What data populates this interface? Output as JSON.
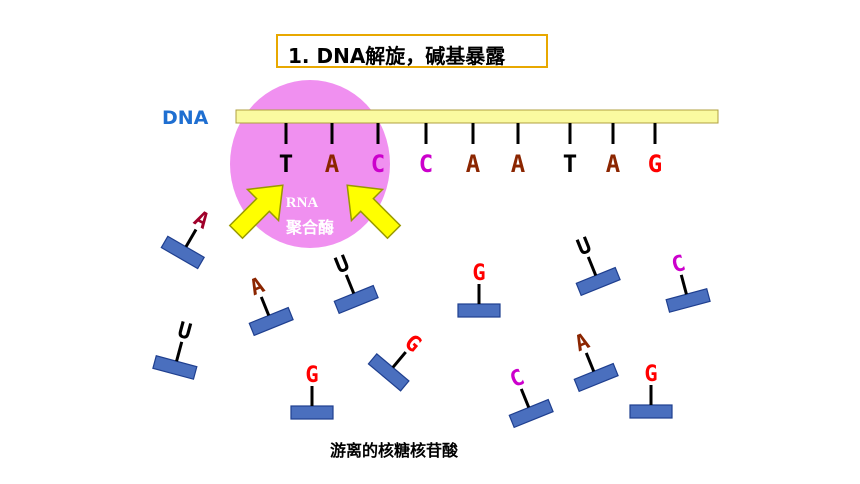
{
  "title": "1. DNA解旋，碱基暴露",
  "dna_label": "DNA",
  "enzyme": {
    "line1": "RNA",
    "line2": "聚合酶"
  },
  "strand_bases": [
    {
      "letter": "T",
      "color": "#000000"
    },
    {
      "letter": "A",
      "color": "#8b2500"
    },
    {
      "letter": "C",
      "color": "#cc00cc"
    },
    {
      "letter": "C",
      "color": "#cc00cc"
    },
    {
      "letter": "A",
      "color": "#8b2500"
    },
    {
      "letter": "A",
      "color": "#8b2500"
    },
    {
      "letter": "T",
      "color": "#000000"
    },
    {
      "letter": "A",
      "color": "#8b2500"
    },
    {
      "letter": "G",
      "color": "#ff0000"
    }
  ],
  "free_nucleotides": [
    {
      "letter": "A",
      "color": "#a0002a"
    },
    {
      "letter": "A",
      "color": "#8b2500"
    },
    {
      "letter": "U",
      "color": "#000000"
    },
    {
      "letter": "G",
      "color": "#ff0000"
    },
    {
      "letter": "U",
      "color": "#000000"
    },
    {
      "letter": "C",
      "color": "#cc00cc"
    },
    {
      "letter": "U",
      "color": "#000000"
    },
    {
      "letter": "G",
      "color": "#ff0000"
    },
    {
      "letter": "G",
      "color": "#ff0000"
    },
    {
      "letter": "A",
      "color": "#8b2500"
    },
    {
      "letter": "C",
      "color": "#cc00cc"
    },
    {
      "letter": "G",
      "color": "#ff0000"
    }
  ],
  "footer": "游离的核糖核苷酸",
  "colors": {
    "strand_fill": "#fafaa0",
    "enzyme_fill": "#f090f0",
    "arrow_fill": "#ffff00",
    "sugar_fill": "#4a6fbe",
    "title_border": "#e8a800",
    "dna_label": "#1f6fd1"
  }
}
